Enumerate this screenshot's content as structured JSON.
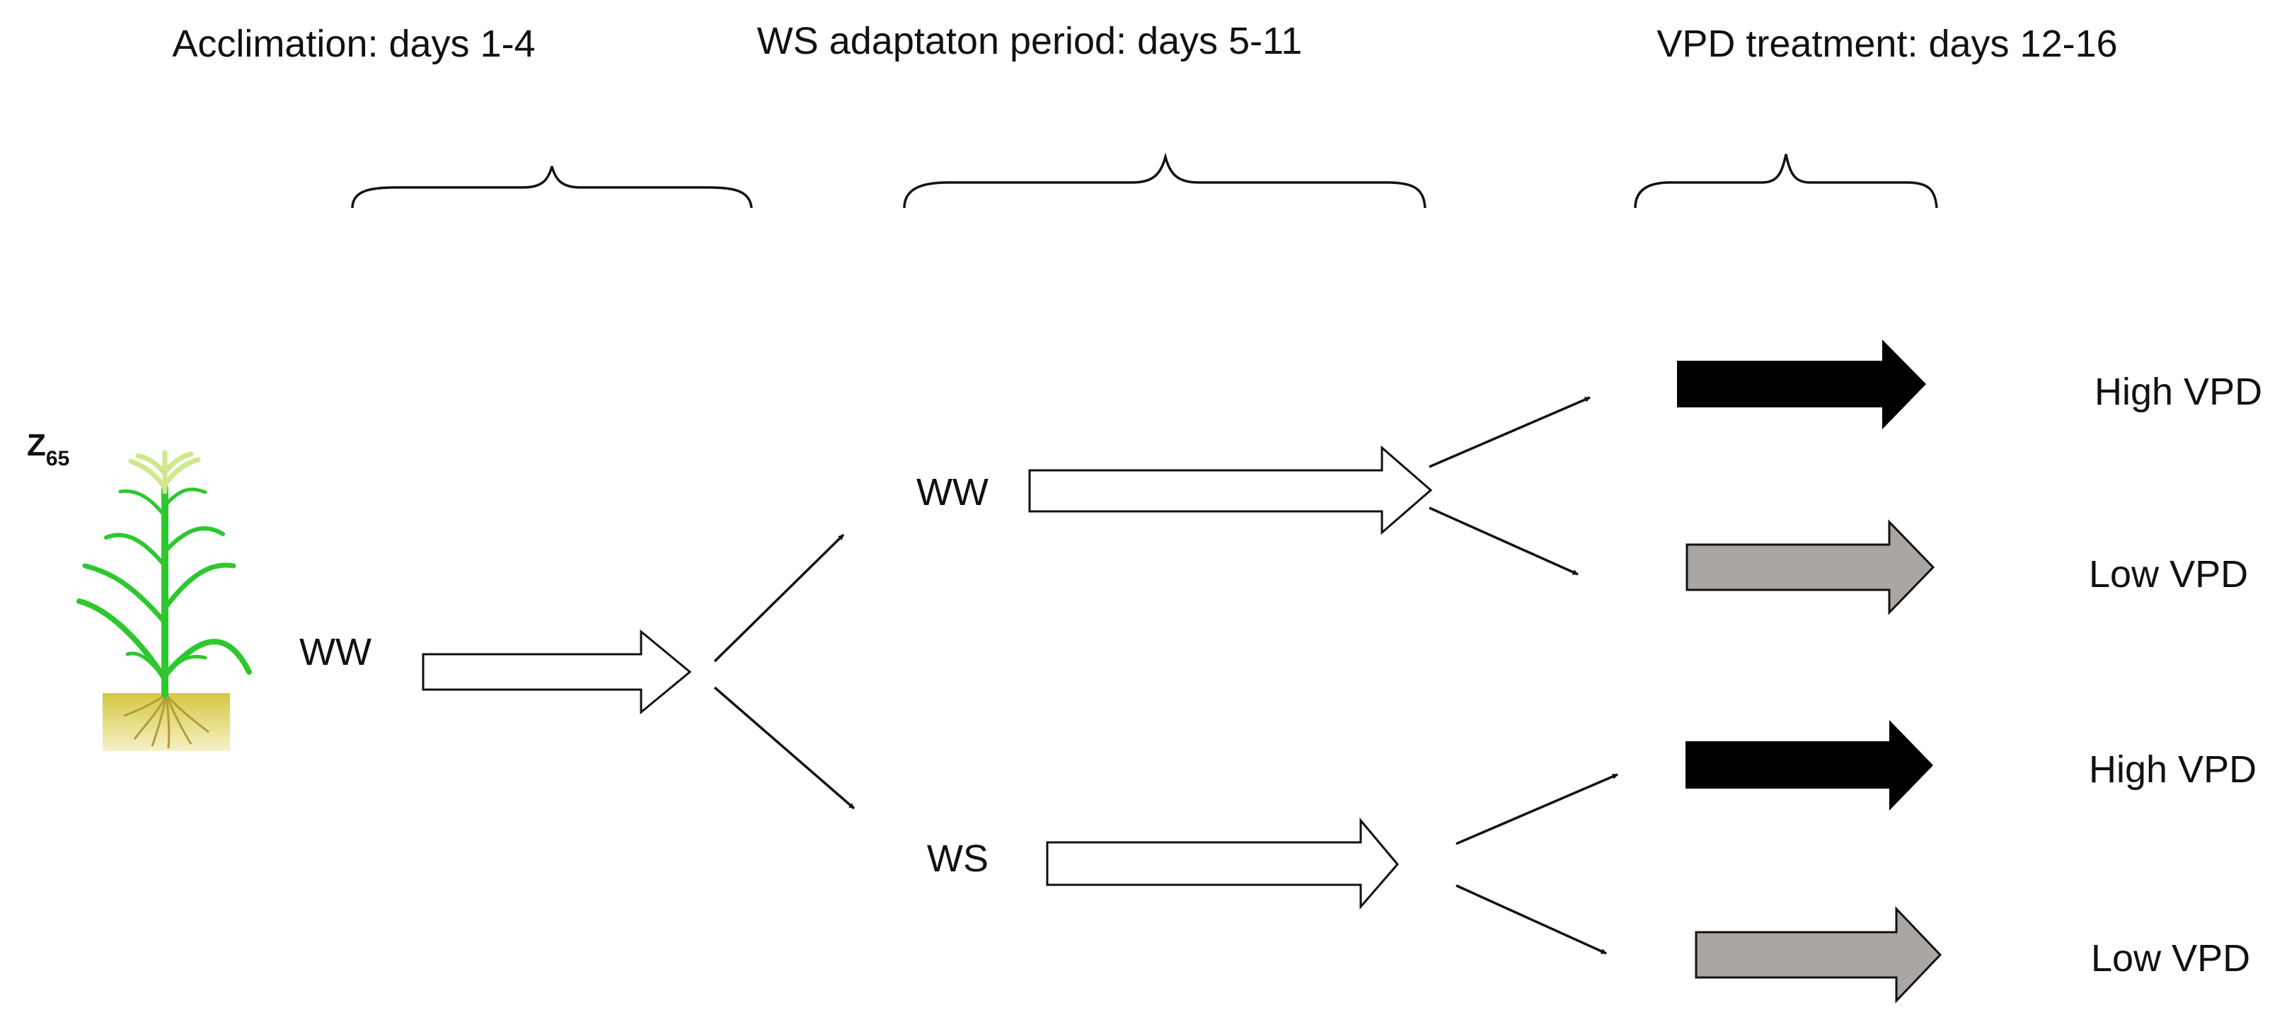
{
  "phases": {
    "acclimation": "Acclimation: days 1-4",
    "adaptation": "WS adaptaton period: days 5-11",
    "treatment": "VPD treatment: days 12-16"
  },
  "stage": {
    "label": "Z",
    "subscript": "65"
  },
  "nodes": {
    "start": "WW",
    "ww": "WW",
    "ws": "WS"
  },
  "outcomes": {
    "ww_high": "High VPD",
    "ww_low": "Low VPD",
    "ws_high": "High VPD",
    "ws_low": "Low VPD"
  },
  "colors": {
    "high_vpd_arrow": "#000000",
    "low_vpd_arrow": "#aaa6a4",
    "open_arrow": "#ffffff",
    "plant_leaf": "#2ec82e",
    "plant_tassel": "#cfe88a",
    "soil": "#d8d05a"
  },
  "icons": {
    "plant": "maize-plant-icon"
  }
}
